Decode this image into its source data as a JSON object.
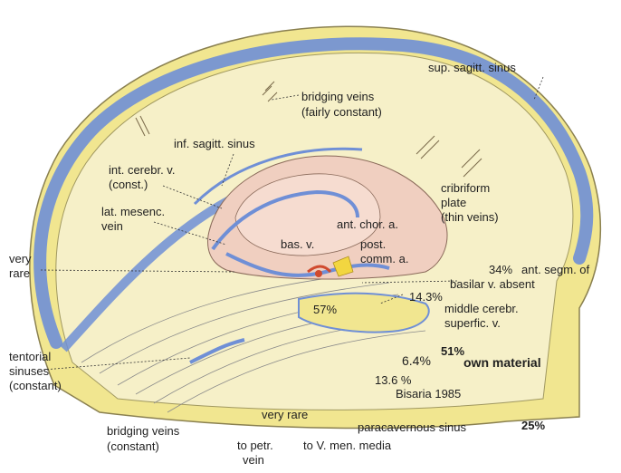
{
  "labels": {
    "sup_sagitt_sinus": "sup. sagitt. sinus",
    "bridging_veins_fairly_l1": "bridging veins",
    "bridging_veins_fairly_l2": "(fairly constant)",
    "inf_sagitt_sinus": "inf. sagitt. sinus",
    "int_cerebr_v_l1": "int. cerebr. v.",
    "int_cerebr_v_l2": "(const.)",
    "lat_mesenc_l1": "lat. mesenc.",
    "lat_mesenc_l2": "vein",
    "cribriform_l1": "cribriform",
    "cribriform_l2": "plate",
    "cribriform_l3": "(thin veins)",
    "ant_chor_a": "ant. chor. a.",
    "bas_v": "bas. v.",
    "post_comm_l1": "post.",
    "post_comm_l2": "comm. a.",
    "very_rare_left_l1": "very",
    "very_rare_left_l2": "rare",
    "pct_34": "34%",
    "ant_segm_l1": "ant. segm. of",
    "ant_segm_l2": "basilar v. absent",
    "pct_14_3": "14.3%",
    "pct_57": "57%",
    "middle_cerebr_l1": "middle cerebr.",
    "middle_cerebr_l2": "superfic. v.",
    "tentorial_l1": "tentorial",
    "tentorial_l2": "sinuses",
    "tentorial_l3": "(constant)",
    "pct_6_4": "6.4%",
    "pct_51": "51%",
    "own_material": "own material",
    "pct_13_6": "13.6 %",
    "bisaria": "Bisaria 1985",
    "very_rare_bottom": "very rare",
    "bridging_const_l1": "bridging veins",
    "bridging_const_l2": "(constant)",
    "to_petr_l1": "to petr.",
    "to_petr_l2": "vein",
    "to_v_men": "to V. men. media",
    "paracavernous": "paracavernous sinus",
    "pct_25": "25%"
  },
  "colors": {
    "sinus_blue": "#6f8fd6",
    "bone_yellow": "#f1e690",
    "brain_cream": "#f6f0c8",
    "corpus_pink": "#f0cfc0",
    "artery_red": "#d04a2e"
  }
}
